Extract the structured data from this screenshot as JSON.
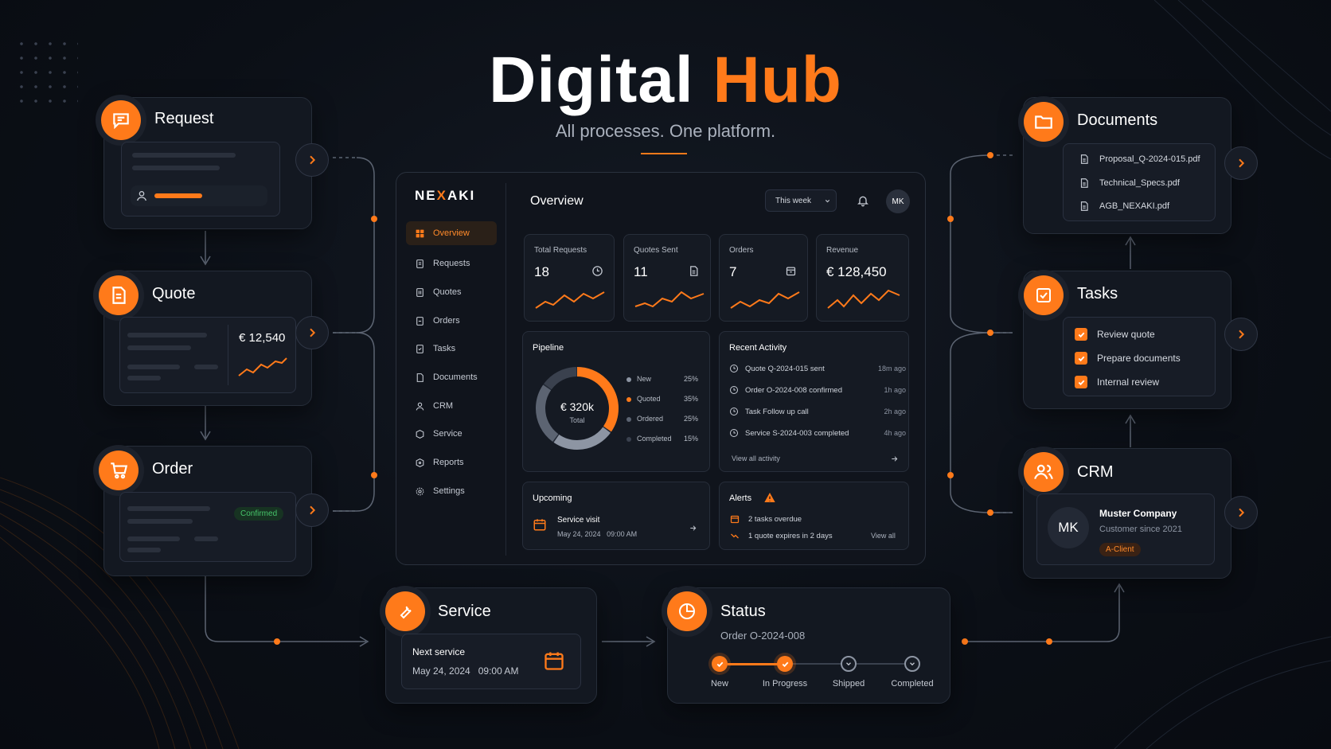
{
  "title": {
    "main": "Digital",
    "accent": "Hub"
  },
  "subtitle": "All processes. One platform.",
  "colors": {
    "accent": "#ff7a1a",
    "background": "#0b0f16",
    "card": "#131821",
    "success": "#46c46a"
  },
  "request": {
    "title": "Request",
    "icon": "chat-bubble-icon"
  },
  "quote": {
    "title": "Quote",
    "amount": "€ 12,540",
    "icon": "document-icon"
  },
  "order": {
    "title": "Order",
    "badge": "Confirmed",
    "icon": "cart-icon"
  },
  "service": {
    "title": "Service",
    "next_label": "Next service",
    "date": "May 24, 2024",
    "time": "09:00 AM",
    "icon": "wrench-icon"
  },
  "status": {
    "title": "Status",
    "order": "Order O-2024-008",
    "icon": "pie-icon",
    "steps": [
      {
        "label": "New",
        "done": true
      },
      {
        "label": "In Progress",
        "done": true
      },
      {
        "label": "Shipped",
        "done": false
      },
      {
        "label": "Completed",
        "done": false
      }
    ]
  },
  "documents": {
    "title": "Documents",
    "icon": "folder-icon",
    "files": [
      "Proposal_Q-2024-015.pdf",
      "Technical_Specs.pdf",
      "AGB_NEXAKI.pdf"
    ]
  },
  "tasks": {
    "title": "Tasks",
    "icon": "task-check-icon",
    "items": [
      "Review quote",
      "Prepare documents",
      "Internal review"
    ]
  },
  "crm": {
    "title": "CRM",
    "icon": "users-icon",
    "initials": "MK",
    "company": "Muster Company",
    "since": "Customer since 2021",
    "tag": "A-Client"
  },
  "dashboard": {
    "brand_pre": "NE",
    "brand_x": "X",
    "brand_post": "AKI",
    "header": "Overview",
    "range": "This week",
    "avatar": "MK",
    "nav": [
      "Overview",
      "Requests",
      "Quotes",
      "Orders",
      "Tasks",
      "Documents",
      "CRM",
      "Service",
      "Reports",
      "Settings"
    ],
    "stats": [
      {
        "label": "Total Requests",
        "value": "18",
        "icon": "clock-icon"
      },
      {
        "label": "Quotes Sent",
        "value": "11",
        "icon": "doc-icon"
      },
      {
        "label": "Orders",
        "value": "7",
        "icon": "box-icon"
      },
      {
        "label": "Revenue",
        "value": "€ 128,450",
        "icon": ""
      }
    ],
    "pipeline": {
      "title": "Pipeline",
      "center_value": "€ 320k",
      "center_label": "Total",
      "segments": [
        {
          "name": "New",
          "pct": "25%",
          "value": 25,
          "color": "#8d95a3"
        },
        {
          "name": "Quoted",
          "pct": "35%",
          "value": 35,
          "color": "#ff7a1a"
        },
        {
          "name": "Ordered",
          "pct": "25%",
          "value": 25,
          "color": "#5c6472"
        },
        {
          "name": "Completed",
          "pct": "15%",
          "value": 15,
          "color": "#3a414e"
        }
      ]
    },
    "activity": {
      "title": "Recent Activity",
      "rows": [
        {
          "text": "Quote Q-2024-015 sent",
          "time": "18m ago"
        },
        {
          "text": "Order O-2024-008 confirmed",
          "time": "1h ago"
        },
        {
          "text": "Task Follow up call",
          "time": "2h ago"
        },
        {
          "text": "Service S-2024-003 completed",
          "time": "4h ago"
        }
      ],
      "view_all": "View all activity"
    },
    "upcoming": {
      "title": "Upcoming",
      "item": "Service visit",
      "date": "May 24, 2024",
      "time": "09:00 AM"
    },
    "alerts": {
      "title": "Alerts",
      "items": [
        "2 tasks overdue",
        "1 quote expires in 2 days"
      ],
      "view_all": "View all"
    }
  }
}
